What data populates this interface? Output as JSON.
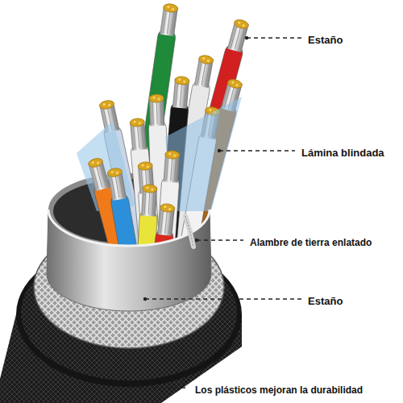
{
  "diagram": {
    "labels": [
      "Estaño",
      "Lámina blindada",
      "Alambre de tierra enlatado",
      "Estaño",
      "Los plásticos mejoran la durabilidad"
    ]
  }
}
